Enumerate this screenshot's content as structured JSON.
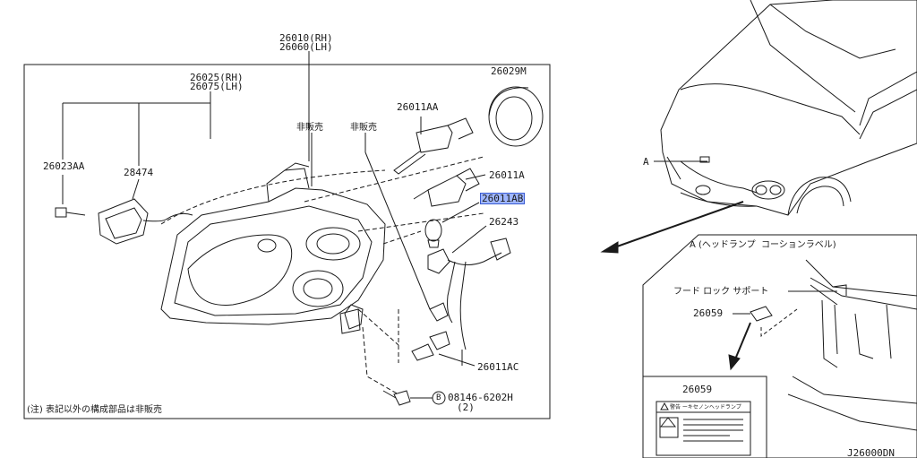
{
  "assembly": {
    "rh": "26010(RH)",
    "lh": "26060(LH)"
  },
  "sub_assembly": {
    "rh": "26025(RH)",
    "lh": "26075(LH)"
  },
  "callouts": {
    "p26029M": "26029M",
    "p26011AA": "26011AA",
    "p26023AA": "26023AA",
    "p28474": "28474",
    "p26011A": "26011A",
    "p26011AB": "26011AB",
    "p26243": "26243",
    "p26011AC": "26011AC",
    "not_sold_1": "非販売",
    "not_sold_2": "非販売",
    "bolt_ref": "08146-6202H",
    "bolt_qty": "(2)",
    "bolt_mark": "B",
    "point_a": "A"
  },
  "footnote": "(注) 表記以外の構成部品は非販売",
  "detail": {
    "title": "A (ヘッドランプ  コーションラベル)",
    "hood_lock": "フード ロック サポート",
    "label_part": "26059",
    "label_card_part": "26059",
    "label_card_heading": "警告 ーキセノンヘッドランプ"
  },
  "diagram_id": "J26000DN",
  "colors": {
    "line": "#1a1a1a",
    "highlight": "#9fb6ff",
    "highlight_border": "#3a5bd0"
  }
}
